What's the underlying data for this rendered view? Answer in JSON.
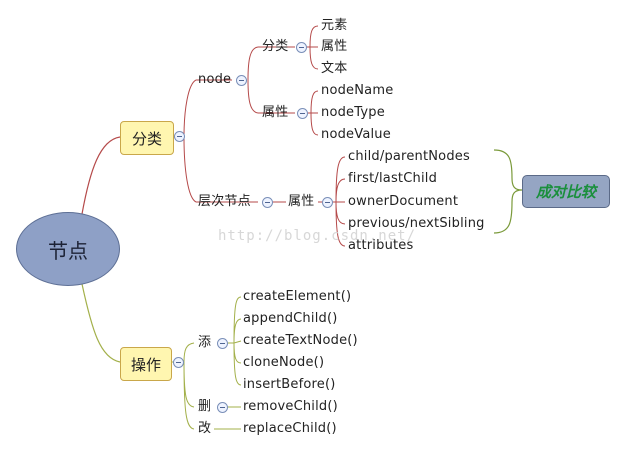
{
  "root": "节点",
  "classify": {
    "label": "分类",
    "node": {
      "label": "node",
      "category": {
        "label": "分类",
        "items": [
          "元素",
          "属性",
          "文本"
        ]
      },
      "attributes": {
        "label": "属性",
        "items": [
          "nodeName",
          "nodeType",
          "nodeValue"
        ]
      }
    },
    "hierarchy": {
      "label": "层次节点",
      "attributes": {
        "label": "属性",
        "items": [
          "child/parentNodes",
          "first/lastChild",
          "ownerDocument",
          "previous/nextSibling",
          "attributes"
        ]
      }
    }
  },
  "compare": "成对比较",
  "operations": {
    "label": "操作",
    "add": {
      "label": "添",
      "items": [
        "createElement()",
        "appendChild()",
        "createTextNode()",
        "cloneNode()",
        "insertBefore()"
      ]
    },
    "delete": {
      "label": "删",
      "items": [
        "removeChild()"
      ]
    },
    "modify": {
      "label": "改",
      "items": [
        "replaceChild()"
      ]
    }
  },
  "watermark": "http://blog.csdn.net/",
  "colors": {
    "classify_branch": "#b54a4a",
    "operation_branch": "#a3b04a",
    "compare_bracket": "#7a9a3a",
    "root_fill": "#8ea0c6",
    "hub_fill": "#fff6b0"
  }
}
